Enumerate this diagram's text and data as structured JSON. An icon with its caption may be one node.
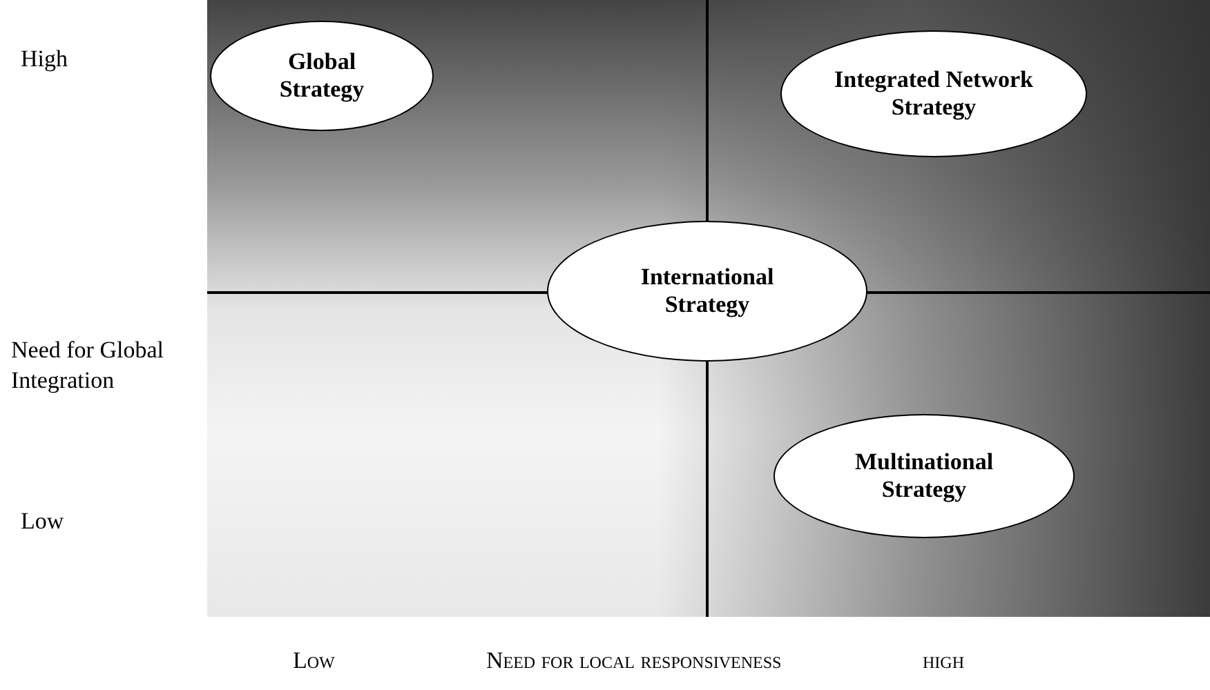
{
  "diagram": {
    "nodes": [
      {
        "text": [
          "Global Strategy"
        ]
      },
      {
        "text": [
          "Integrated Network Strategy"
        ]
      },
      {
        "text": [
          "International Strategy"
        ]
      },
      {
        "text": [
          "Multinational Strategy"
        ]
      }
    ],
    "labels": [
      "High",
      "Need for Global Integration",
      "Low",
      "Low",
      "Need for local responsiveness",
      "high"
    ]
  }
}
